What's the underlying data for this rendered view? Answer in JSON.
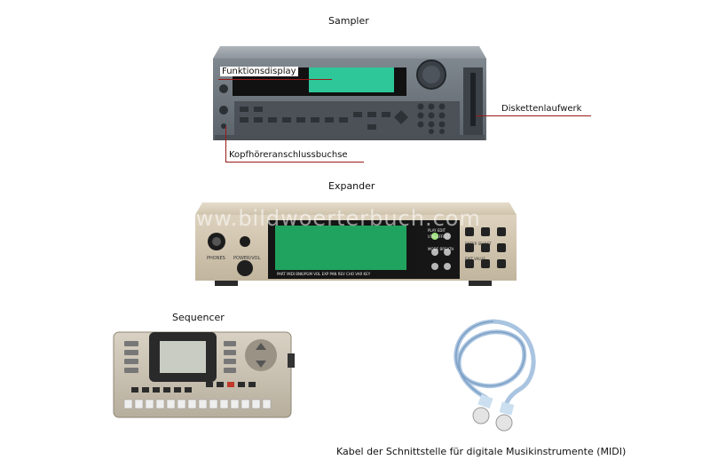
{
  "titles": {
    "sampler": "Sampler",
    "expander": "Expander",
    "sequencer": "Sequencer",
    "midi_cable": "Kabel der Schnittstelle für digitale Musikinstrumente (MIDI)"
  },
  "callouts": {
    "function_display": "Funktionsdisplay",
    "disk_drive": "Diskettenlaufwerk",
    "headphone_jack": "Kopfhöreranschlussbuchse"
  },
  "expander_panel": {
    "left_labels": [
      "PHONES",
      "POWER/VOL"
    ],
    "bottom_labels": [
      "PART",
      "MIDI",
      "BNK/PGM",
      "VOL",
      "EXP",
      "PAN",
      "REV",
      "CHO",
      "VAR",
      "KEY"
    ],
    "right_labels": [
      "PLAY",
      "EDIT",
      "UTIL",
      "EFFECT",
      "MODE",
      "BREATH",
      "ENTER",
      "SELECT",
      "EXIT",
      "VALUE"
    ]
  },
  "watermark": "www.bildwoerterbuch.com",
  "colors": {
    "display_green": "#1fa35e",
    "sampler_display": "#2ec79a",
    "leader_red": "#9a1a1a",
    "cable_blue": "#a9c4e0"
  }
}
